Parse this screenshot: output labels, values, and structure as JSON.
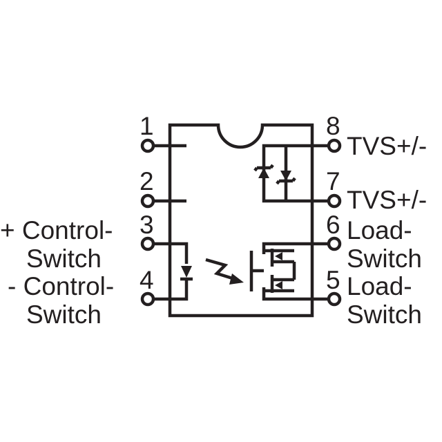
{
  "pins": [
    {
      "number": "1",
      "label_line1": "",
      "label_line2": ""
    },
    {
      "number": "2",
      "label_line1": "",
      "label_line2": ""
    },
    {
      "number": "3",
      "label_line1": "+ Control-",
      "label_line2": "Switch"
    },
    {
      "number": "4",
      "label_line1": "- Control-",
      "label_line2": "Switch"
    },
    {
      "number": "5",
      "label_line1": "Load-",
      "label_line2": "Switch"
    },
    {
      "number": "6",
      "label_line1": "Load-",
      "label_line2": "Switch"
    },
    {
      "number": "7",
      "label_line1": "TVS+/-",
      "label_line2": ""
    },
    {
      "number": "8",
      "label_line1": "TVS+/-",
      "label_line2": ""
    }
  ],
  "colors": {
    "line": "#231f20",
    "background": "#ffffff"
  }
}
